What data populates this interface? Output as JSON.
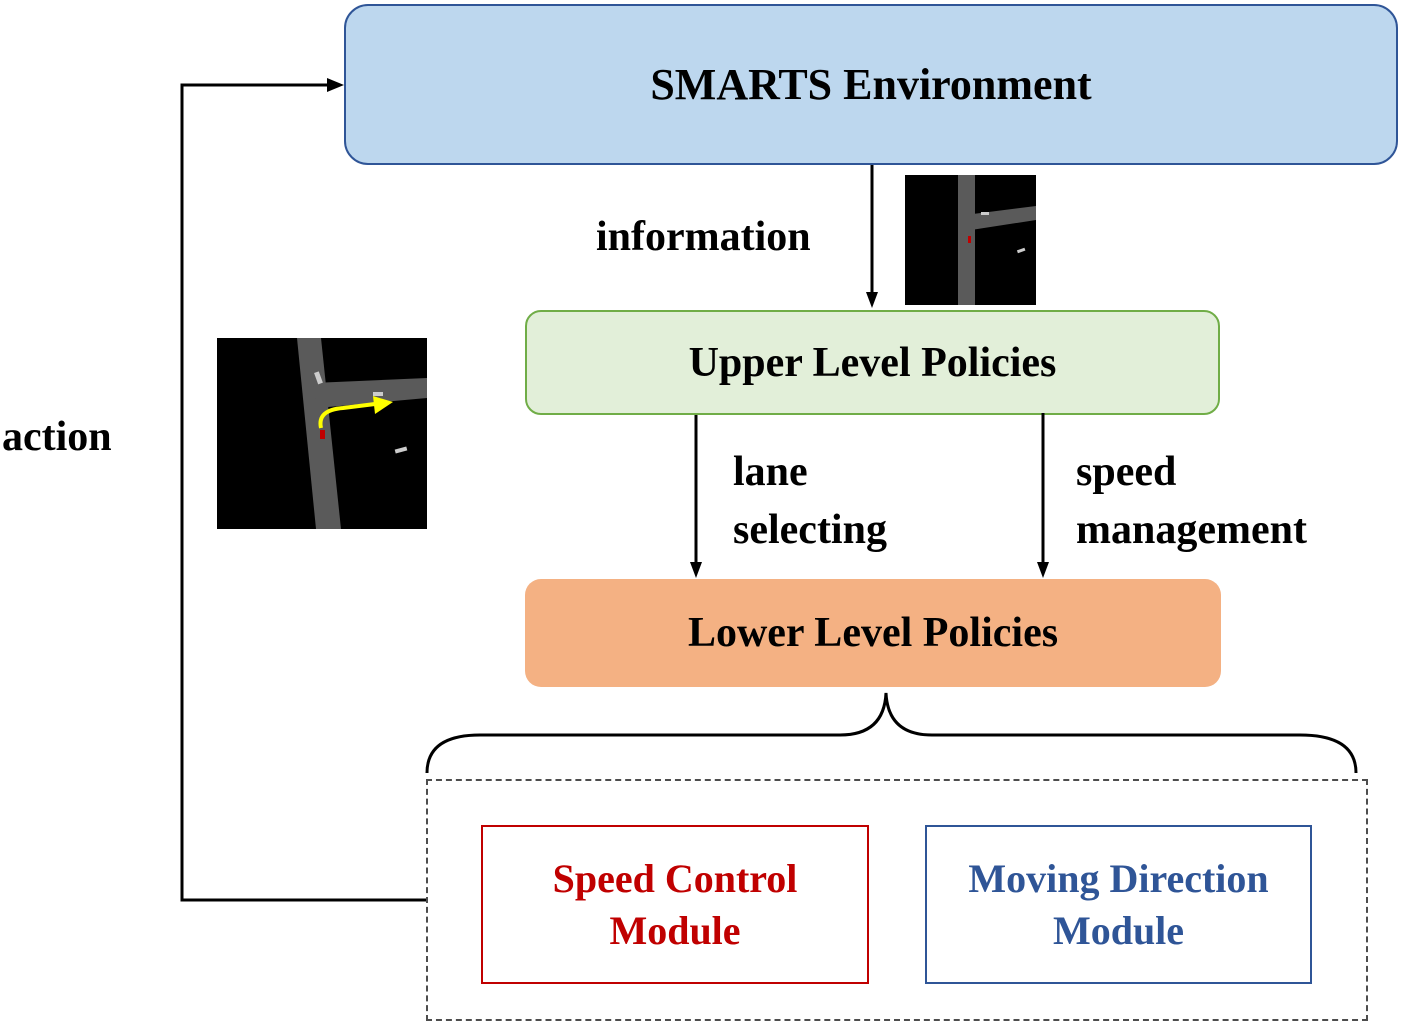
{
  "environment": {
    "title": "SMARTS Environment"
  },
  "upper": {
    "title": "Upper Level Policies"
  },
  "lower": {
    "title": "Lower Level Policies"
  },
  "edges": {
    "information": "information",
    "action": "action",
    "lane_line1": "lane",
    "lane_line2": "selecting",
    "speed_line1": "speed",
    "speed_line2": "management"
  },
  "modules": {
    "speed_line1": "Speed Control",
    "speed_line2": "Module",
    "direction_line1": "Moving Direction",
    "direction_line2": "Module"
  },
  "colors": {
    "environment_fill": "#bdd7ee",
    "environment_border": "#2f5597",
    "upper_fill": "#e2efd9",
    "upper_border": "#70ad47",
    "lower_fill": "#f4b183",
    "speed_module": "#c00000",
    "direction_module": "#2f5597",
    "road": "#5a5a5a",
    "trajectory": "#ffff00",
    "ego_vehicle": "#c00000"
  },
  "thumbnails": {
    "observation": "intersection-observation-image",
    "action": "intersection-action-image-with-turn-trajectory"
  }
}
